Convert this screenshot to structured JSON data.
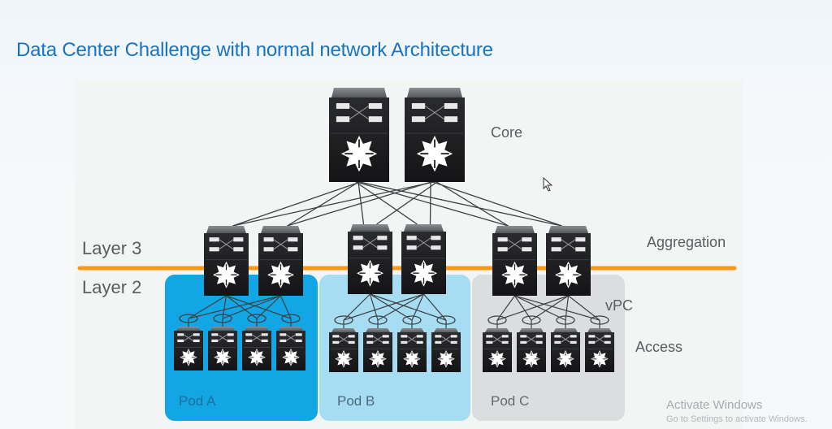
{
  "slide": {
    "title": "Data Center Challenge with normal network Architecture"
  },
  "layers": {
    "core_label": "Core",
    "aggregation_label": "Aggregation",
    "access_label": "Access",
    "layer3_label": "Layer 3",
    "layer2_label": "Layer 2",
    "vpc_label": "vPC"
  },
  "pods": [
    {
      "name": "Pod A",
      "color": "#12a6e4",
      "label_color": "#1d6f99"
    },
    {
      "name": "Pod B",
      "color": "#a6ddf3",
      "label_color": "#4a6b7b"
    },
    {
      "name": "Pod C",
      "color": "#dcdddf",
      "label_color": "#66686b"
    }
  ],
  "colors": {
    "title": "#1a73c0",
    "layer_boundary": "#f59a1b",
    "switch_body": "#1f1f22",
    "link": "#3d3f42"
  },
  "topology": {
    "core_switches": 2,
    "aggregation_switches_per_pod": 2,
    "access_switches_per_pod": 4
  },
  "watermark": {
    "line1": "Activate Windows",
    "line2": "Go to Settings to activate Windows."
  }
}
